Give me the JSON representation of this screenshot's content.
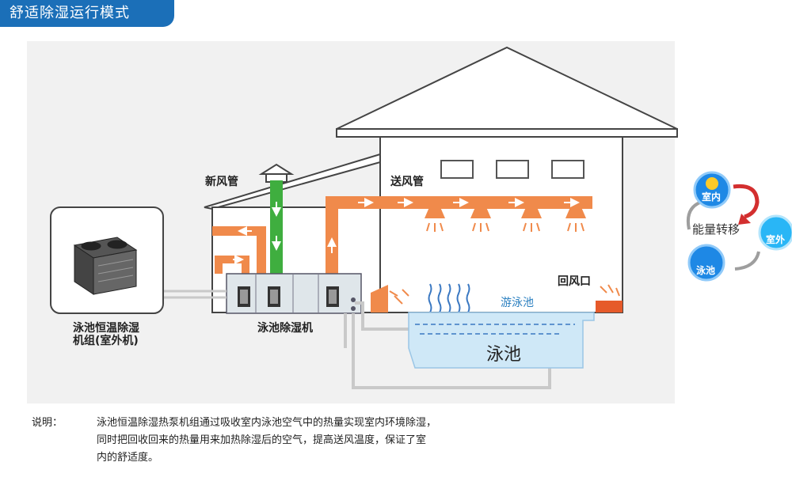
{
  "header": {
    "title": "舒适除湿运行模式"
  },
  "diagram": {
    "labels": {
      "fresh_air_duct": "新风管",
      "supply_air_duct": "送风管",
      "return_air_outlet": "回风口",
      "outdoor_unit": "泳池恒温除湿机组(室外机)",
      "outdoor_unit_line1": "泳池恒温除湿",
      "outdoor_unit_line2": "机组(室外机)",
      "dehumidifier": "泳池除湿机",
      "natatorium": "游泳池",
      "pool": "泳池"
    },
    "energy_cycle": {
      "label": "能量转移",
      "indoor": "室内",
      "outdoor": "室外",
      "pool": "泳池"
    },
    "colors": {
      "hot_air": "#f08a4b",
      "fresh_air": "#3fae3f",
      "water_pipe": "#c9c9c9",
      "water": "#cfe8f7",
      "title_bg": "#1b6fb8"
    }
  },
  "description": {
    "label": "说明：",
    "line1": "泳池恒温除湿热泵机组通过吸收室内泳池空气中的热量实现室内环境除湿，",
    "line2": "同时把回收回来的热量用来加热除湿后的空气，提高送风温度，保证了室",
    "line3": "内的舒适度。"
  }
}
